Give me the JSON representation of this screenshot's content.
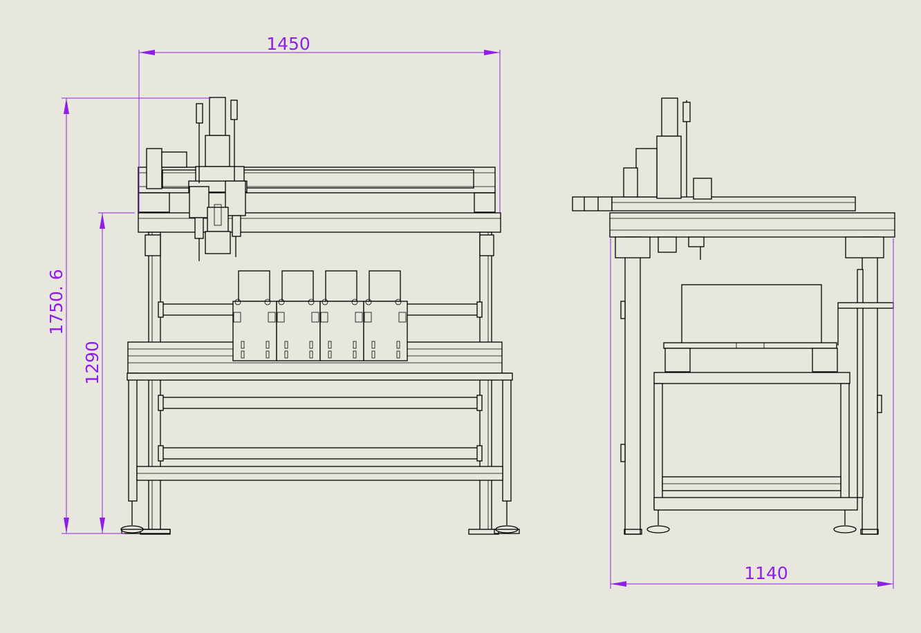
{
  "drawing": {
    "front_view": {
      "width_dim": "1450",
      "total_height_dim": "1750. 6",
      "table_height_dim": "1290"
    },
    "side_view": {
      "depth_dim": "1140"
    },
    "colors": {
      "background": "#e8e7de",
      "line": "#000000",
      "dimension": "#8f1fe8"
    }
  }
}
